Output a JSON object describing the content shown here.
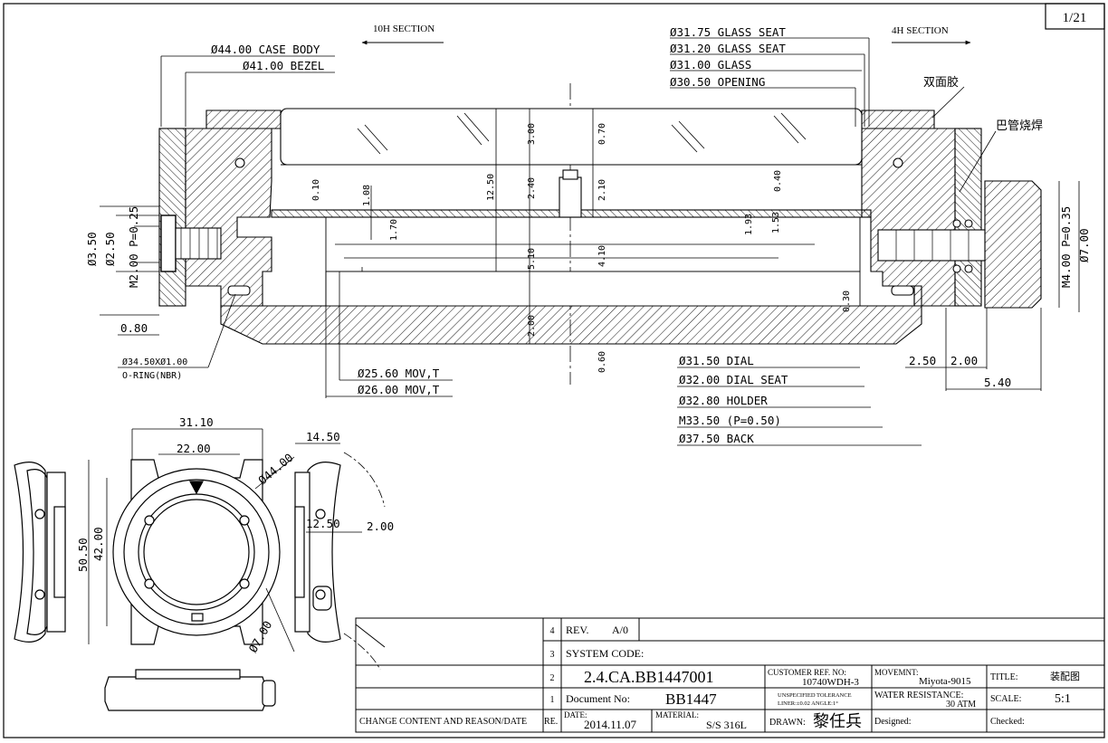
{
  "sheet": {
    "page": "1/21"
  },
  "sections": {
    "left": "10H SECTION",
    "right": "4H SECTION"
  },
  "dims_top_left": {
    "case_body": "Ø44.00 CASE BODY",
    "bezel": "Ø41.00 BEZEL"
  },
  "dims_top_right": {
    "glass_seat_1": "Ø31.75 GLASS SEAT",
    "glass_seat_2": "Ø31.20 GLASS SEAT",
    "glass": "Ø31.00 GLASS",
    "opening": "Ø30.50 OPENING"
  },
  "notes_cn": {
    "double_tape": "双面胶",
    "tube_weld": "巴管烧焊"
  },
  "vertical_dims": {
    "d_3_00": "3.00",
    "d_0_70": "0.70",
    "d_12_50": "12.50",
    "d_2_40": "2.40",
    "d_2_10": "2.10",
    "d_0_40": "0.40",
    "d_0_10": "0.10",
    "d_1_08": "1.08",
    "d_1_70": "1.70",
    "d_1_93": "1.93",
    "d_1_53": "1.53",
    "d_5_10": "5.10",
    "d_4_10": "4.10",
    "d_0_30": "0.30",
    "d_2_00": "2.00",
    "d_0_60": "0.60"
  },
  "left_crown_dims": {
    "d35": "Ø3.50",
    "d25": "Ø2.50",
    "thread": "M2.00 P=0.25",
    "d080": "0.80"
  },
  "oring": {
    "size": "Ø34.50XØ1.00",
    "material": "O-RING(NBR)"
  },
  "movement_dims": {
    "mov1": "Ø25.60 MOV,T",
    "mov2": "Ø26.00 MOV,T"
  },
  "right_dims": {
    "dial": "Ø31.50 DIAL",
    "dial_seat": "Ø32.00 DIAL SEAT",
    "holder": "Ø32.80 HOLDER",
    "thread": "M33.50 (P=0.50)",
    "back": "Ø37.50 BACK",
    "d250": "2.50",
    "d200": "2.00",
    "d540": "5.40",
    "crown_thread": "M4.00 P=0.35",
    "crown_dia": "Ø7.00"
  },
  "views_dims": {
    "w3110": "31.10",
    "w2200": "22.00",
    "d4400": "Ø44.00",
    "w1450": "14.50",
    "h5050": "50.50",
    "h4200": "42.00",
    "w1250": "12.50",
    "w200": "2.00",
    "d700": "Ø7.00"
  },
  "title_block": {
    "rev4": "4",
    "rev3": "3",
    "rev2": "2",
    "rev1": "1",
    "rev_label": "REV.",
    "rev_value": "A/0",
    "system_code": "SYSTEM CODE:",
    "code_value": "2.4.CA.BB1447001",
    "doc_no_label": "Document No:",
    "doc_no": "BB1447",
    "change_label": "CHANGE CONTENT AND REASON/DATE",
    "re_label": "RE.",
    "date_label": "DATE:",
    "date": "2014.11.07",
    "material_label": "MATERIAL:",
    "material": "S/S 316L",
    "customer_ref_label": "CUSTOMER REF. NO:",
    "customer_ref": "10740WDH-3",
    "tol_label": "UNSPECIFIED TOLERANCE",
    "tol_value": "LINER:±0.02 ANGLE:1°",
    "drawn_label": "DRAWN:",
    "drawn": "黎任兵",
    "movement_label": "MOVEMNT:",
    "movement": "Miyota-9015",
    "water_label": "WATER RESISTANCE:",
    "water": "30 ATM",
    "designed_label": "Designed:",
    "title_label": "TITLE:",
    "title": "装配图",
    "scale_label": "SCALE:",
    "scale": "5:1",
    "checked_label": "Checked:"
  }
}
